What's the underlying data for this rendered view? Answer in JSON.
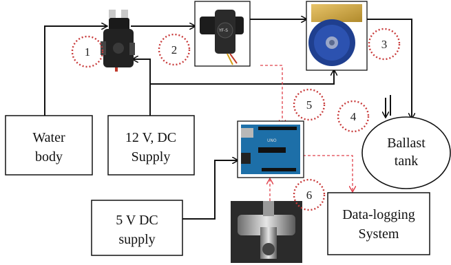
{
  "boxes": {
    "water_body": [
      "Water",
      "body"
    ],
    "dc12": [
      "12 V, DC",
      "Supply"
    ],
    "dc5": [
      "5 V DC",
      "supply"
    ],
    "datalog": [
      "Data-logging",
      "System"
    ],
    "ballast": [
      "Ballast",
      "tank"
    ]
  },
  "markers": [
    "1",
    "2",
    "3",
    "4",
    "5",
    "6"
  ],
  "colors": {
    "wire": "#111111",
    "signal": "#e0404a",
    "marker": "#c83a3a"
  }
}
